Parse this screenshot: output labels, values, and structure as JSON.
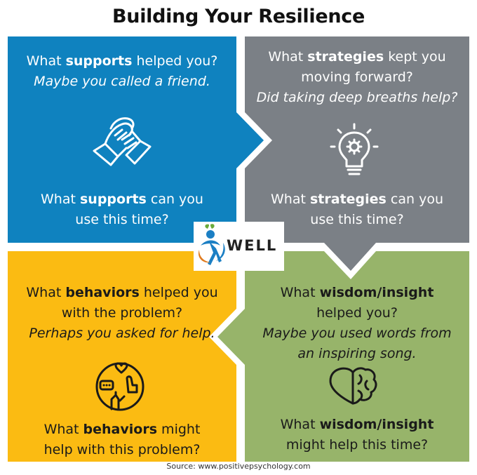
{
  "title": "Building Your Resilience",
  "panels": {
    "supports": {
      "color": "#0f82bf",
      "q1_pre": "What ",
      "q1_bold": "supports",
      "q1_post": " helped you?",
      "example": "Maybe you called a friend.",
      "q2_pre": "What ",
      "q2_bold": "supports",
      "q2_post": " can you",
      "q2_line2": "use this time?",
      "icon": "handshake-icon"
    },
    "strategies": {
      "color": "#7b8086",
      "q1_pre": "What ",
      "q1_bold": "strategies",
      "q1_post": " kept you",
      "q1_line2": "moving forward?",
      "example": "Did taking deep breaths help?",
      "q2_pre": "What ",
      "q2_bold": "strategies",
      "q2_post": " can you",
      "q2_line2": "use this time?",
      "icon": "lightbulb-gear-icon"
    },
    "behaviors": {
      "color": "#fbbb12",
      "q1_pre": "What ",
      "q1_bold": "behaviors",
      "q1_post": " helped you",
      "q1_line2": "with the problem?",
      "example": "Perhaps you asked for help.",
      "q2_pre": "What ",
      "q2_bold": "behaviors",
      "q2_post": " might",
      "q2_line2": "help with this problem?",
      "icon": "helping-hand-icon"
    },
    "wisdom": {
      "color": "#97b46a",
      "q1_pre": "What ",
      "q1_bold": "wisdom/insight",
      "q1_post": "",
      "q1_line2": "helped you?",
      "example_line1": "Maybe you used words from",
      "example_line2": "an inspiring song.",
      "q2_pre": "What ",
      "q2_bold": "wisdom/insight",
      "q2_post": "",
      "q2_line2": "might help this time?",
      "icon": "heart-brain-icon"
    }
  },
  "logo": {
    "text": "WELL"
  },
  "source": "Source: www.positivepsychology.com"
}
